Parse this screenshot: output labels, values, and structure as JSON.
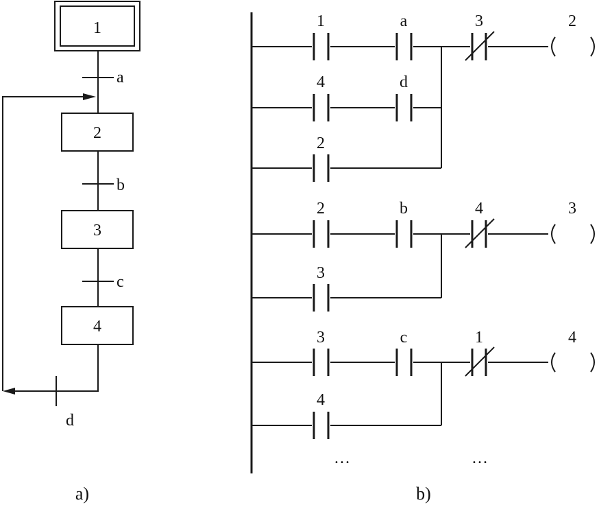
{
  "sfc": {
    "steps": [
      "1",
      "2",
      "3",
      "4"
    ],
    "transitions": [
      "a",
      "b",
      "c",
      "d"
    ],
    "caption": "a)"
  },
  "ladder": {
    "rungs": [
      {
        "contacts": [
          "1",
          "a"
        ],
        "interlock": "3",
        "branches": [
          "4",
          "d",
          "2"
        ],
        "coil": "2"
      },
      {
        "contacts": [
          "2",
          "b"
        ],
        "interlock": "4",
        "branches": [
          "3"
        ],
        "coil": "3"
      },
      {
        "contacts": [
          "3",
          "c"
        ],
        "interlock": "1",
        "branches": [
          "4"
        ],
        "coil": "4"
      }
    ],
    "ellipsis_1": "…",
    "ellipsis_2": "…",
    "caption": "b)"
  }
}
